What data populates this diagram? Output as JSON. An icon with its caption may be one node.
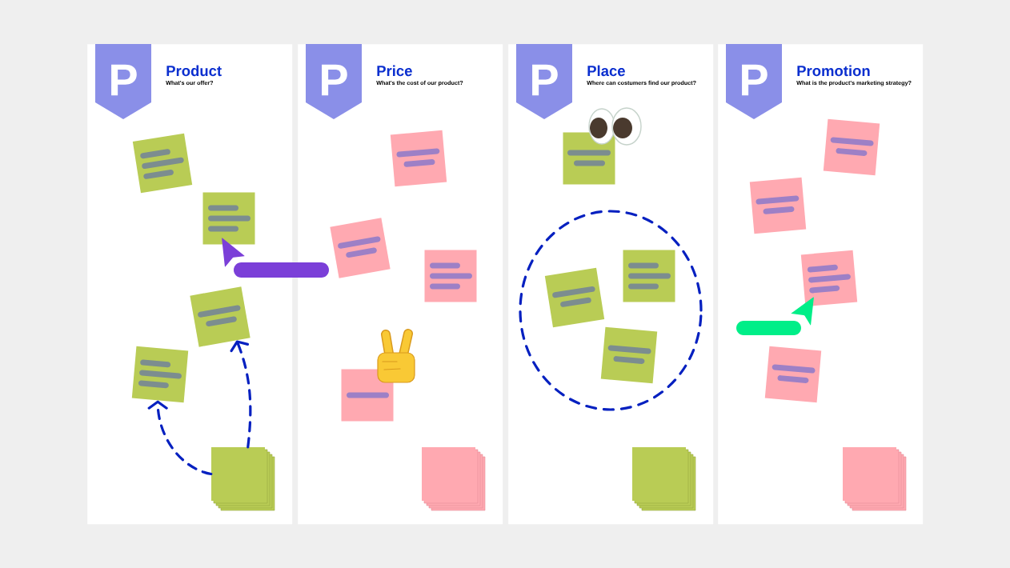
{
  "diagram": {
    "nodes": [
      {
        "text": [
          "Product",
          "What's our offer?"
        ]
      },
      {
        "text": [
          "P"
        ],
        "in": 0
      },
      {
        "text": [],
        "shape": "box",
        "in": 0
      },
      {
        "text": [],
        "shape": "box",
        "in": 0
      },
      {
        "text": [],
        "shape": "box",
        "in": 0
      },
      {
        "text": [],
        "shape": "box",
        "in": 0
      },
      {
        "text": [],
        "shape": "box",
        "in": 0
      },
      {
        "text": [
          "Price",
          "What's the cost of our product?"
        ]
      },
      {
        "text": [
          "P"
        ],
        "in": 7
      },
      {
        "text": [],
        "shape": "box",
        "in": 7
      },
      {
        "text": [],
        "shape": "box",
        "in": 7
      },
      {
        "text": [],
        "shape": "box",
        "in": 7
      },
      {
        "text": [],
        "shape": "box",
        "in": 7
      },
      {
        "text": [],
        "shape": "box",
        "in": 7
      },
      {
        "text": [
          "Place",
          "Where can costumers find our product?"
        ]
      },
      {
        "text": [
          "P"
        ],
        "in": 14
      },
      {
        "text": [],
        "shape": "box",
        "in": 14
      },
      {
        "text": [],
        "shape": "box",
        "in": 14
      },
      {
        "text": [],
        "shape": "box",
        "in": 14
      },
      {
        "text": [],
        "shape": "box",
        "in": 14
      },
      {
        "text": [],
        "shape": "box",
        "in": 14
      },
      {
        "text": [
          "Promotion",
          "What is the product's marketing strategy?"
        ]
      },
      {
        "text": [
          "P"
        ],
        "in": 21
      },
      {
        "text": [],
        "shape": "box",
        "in": 21
      },
      {
        "text": [],
        "shape": "box",
        "in": 21
      },
      {
        "text": [],
        "shape": "box",
        "in": 21
      },
      {
        "text": [],
        "shape": "box",
        "in": 21
      },
      {
        "text": [],
        "shape": "box",
        "in": 21
      }
    ],
    "edges": [
      {
        "from": 6,
        "to": 5,
        "arrow": "to",
        "style": "dashed"
      },
      {
        "from": 6,
        "to": 4,
        "arrow": "to",
        "style": "dashed"
      }
    ]
  }
}
